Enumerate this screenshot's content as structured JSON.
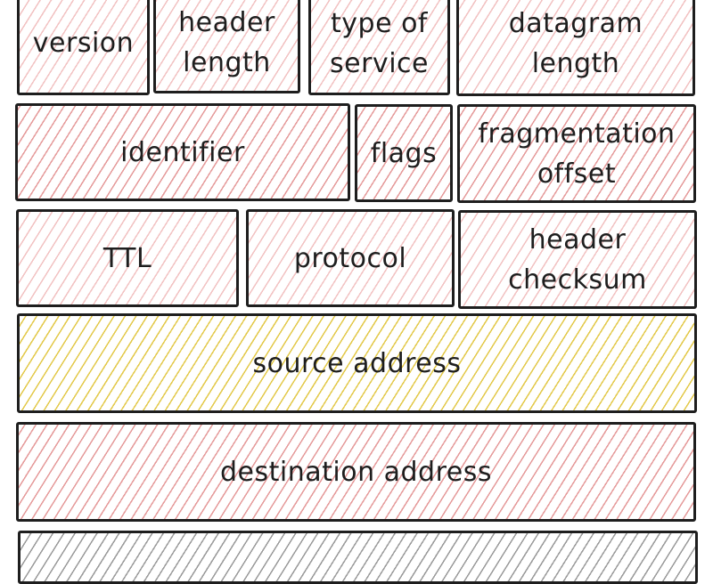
{
  "colors": {
    "stroke": "#1e1e1e",
    "hatch_pink": "#f2c2c2",
    "hatch_red": "#e59a9a",
    "hatch_yellow": "#e3c94a",
    "hatch_gray": "#9a9a9a"
  },
  "rows": [
    {
      "fields": [
        {
          "label": "version",
          "fill": "pink"
        },
        {
          "label": "header\nlength",
          "fill": "pink"
        },
        {
          "label": "type of\nservice",
          "fill": "pink"
        },
        {
          "label": "datagram\nlength",
          "fill": "pink"
        }
      ]
    },
    {
      "fields": [
        {
          "label": "identifier",
          "fill": "red"
        },
        {
          "label": "flags",
          "fill": "red"
        },
        {
          "label": "fragmentation\noffset",
          "fill": "red"
        }
      ]
    },
    {
      "fields": [
        {
          "label": "TTL",
          "fill": "pink"
        },
        {
          "label": "protocol",
          "fill": "pink"
        },
        {
          "label": "header\nchecksum",
          "fill": "pink"
        }
      ]
    },
    {
      "fields": [
        {
          "label": "source address",
          "fill": "yellow"
        }
      ]
    },
    {
      "fields": [
        {
          "label": "destination address",
          "fill": "red"
        }
      ]
    },
    {
      "fields": [
        {
          "label": "",
          "fill": "gray"
        }
      ]
    }
  ]
}
